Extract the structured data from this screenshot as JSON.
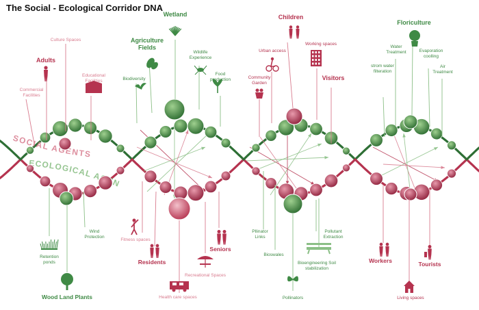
{
  "title": "The Social - Ecological Corridor DNA",
  "colors": {
    "social": "#b5334f",
    "social_light": "#d87b8e",
    "eco": "#3f8a45",
    "eco_light": "#8bbf86",
    "eco_dark": "#2e6f35"
  },
  "band_labels": {
    "social": "SOCIAL AGENTS",
    "ecological": "ECOLOGICAL AGENTS"
  },
  "labels": {
    "culture_spaces": "Culture Spaces",
    "adults": "Adults",
    "educational_facilities": "Educational Facilities",
    "commercial_facilities": "Commercial Facilities",
    "wetland": "Wetland",
    "agriculture_fields": "Agriculture Fields",
    "wildlife_experience": "Wildlife Experience",
    "biodiversity": "Biodiversity",
    "food_production": "Food production",
    "children": "Children",
    "urban_access": "Urban access",
    "working_spaces": "Working spaces",
    "community_garden": "Community Garden",
    "visitors": "Visitors",
    "floriculture": "Floriculture",
    "water_treatment": "Water Treatment",
    "evaporation_cooling": "Evaporation coolling",
    "storm_water_filtration": "strom water filteration",
    "air_treatment": "Air Treatment",
    "retention_ponds": "Retention ponds",
    "wind_protection": "Wind Protection",
    "wood_land_plants": "Wood Land Plants",
    "fitness_spaces": "Fitness spaces",
    "residents": "Residents",
    "seniors": "Seniors",
    "recreational_spaces": "Recreational Spaces",
    "health_care_spaces": "Health care spaces",
    "pollinator_links": "Pllinator Links",
    "bioswales": "Bioswales",
    "pollutant_extraction": "Pollutant Extraction",
    "bioengineering": "Bioengineering Soil stabilization",
    "pollinators": "Pollinators",
    "workers": "Workers",
    "tourists": "Tourists",
    "living_spaces": "Living spaces"
  },
  "icons": [
    "adult-figure-icon",
    "books-icon",
    "wetland-reeds-icon",
    "wheat-icon",
    "bird-icon",
    "insect-icon",
    "sprout-icon",
    "children-icon",
    "cyclist-icon",
    "building-icon",
    "flower-pot-icon",
    "potted-plant-icon",
    "grass-icon",
    "tree-icon",
    "fitness-figure-icon",
    "people-icon",
    "seniors-icon",
    "umbrella-table-icon",
    "ambulance-icon",
    "bench-icon",
    "butterfly-icon",
    "workers-icon",
    "tourist-icon",
    "house-icon"
  ]
}
